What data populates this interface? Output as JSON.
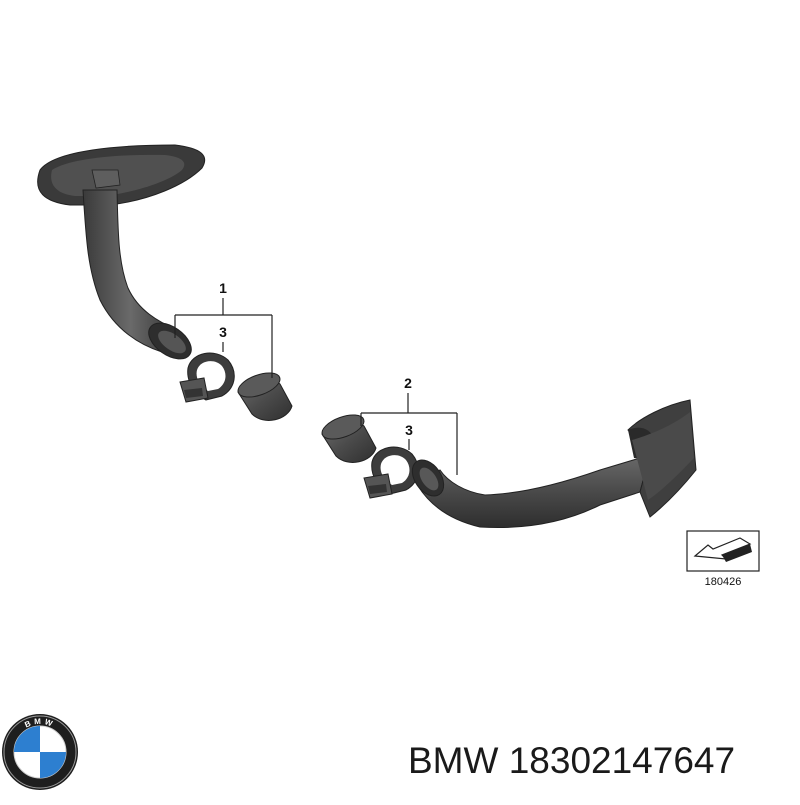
{
  "diagram": {
    "callouts": {
      "part1": "1",
      "part2": "2",
      "part3_left": "3",
      "part3_right": "3"
    },
    "reference_number": "180426"
  },
  "logo": {
    "brand_text": "BMW"
  },
  "footer": {
    "brand": "BMW",
    "part_number": "18302147647"
  },
  "colors": {
    "part_fill": "#4a4a4a",
    "part_dark": "#2e2e2e",
    "line": "#222222",
    "logo_blue": "#2d7fd0",
    "logo_ring": "#1e1e1e"
  }
}
